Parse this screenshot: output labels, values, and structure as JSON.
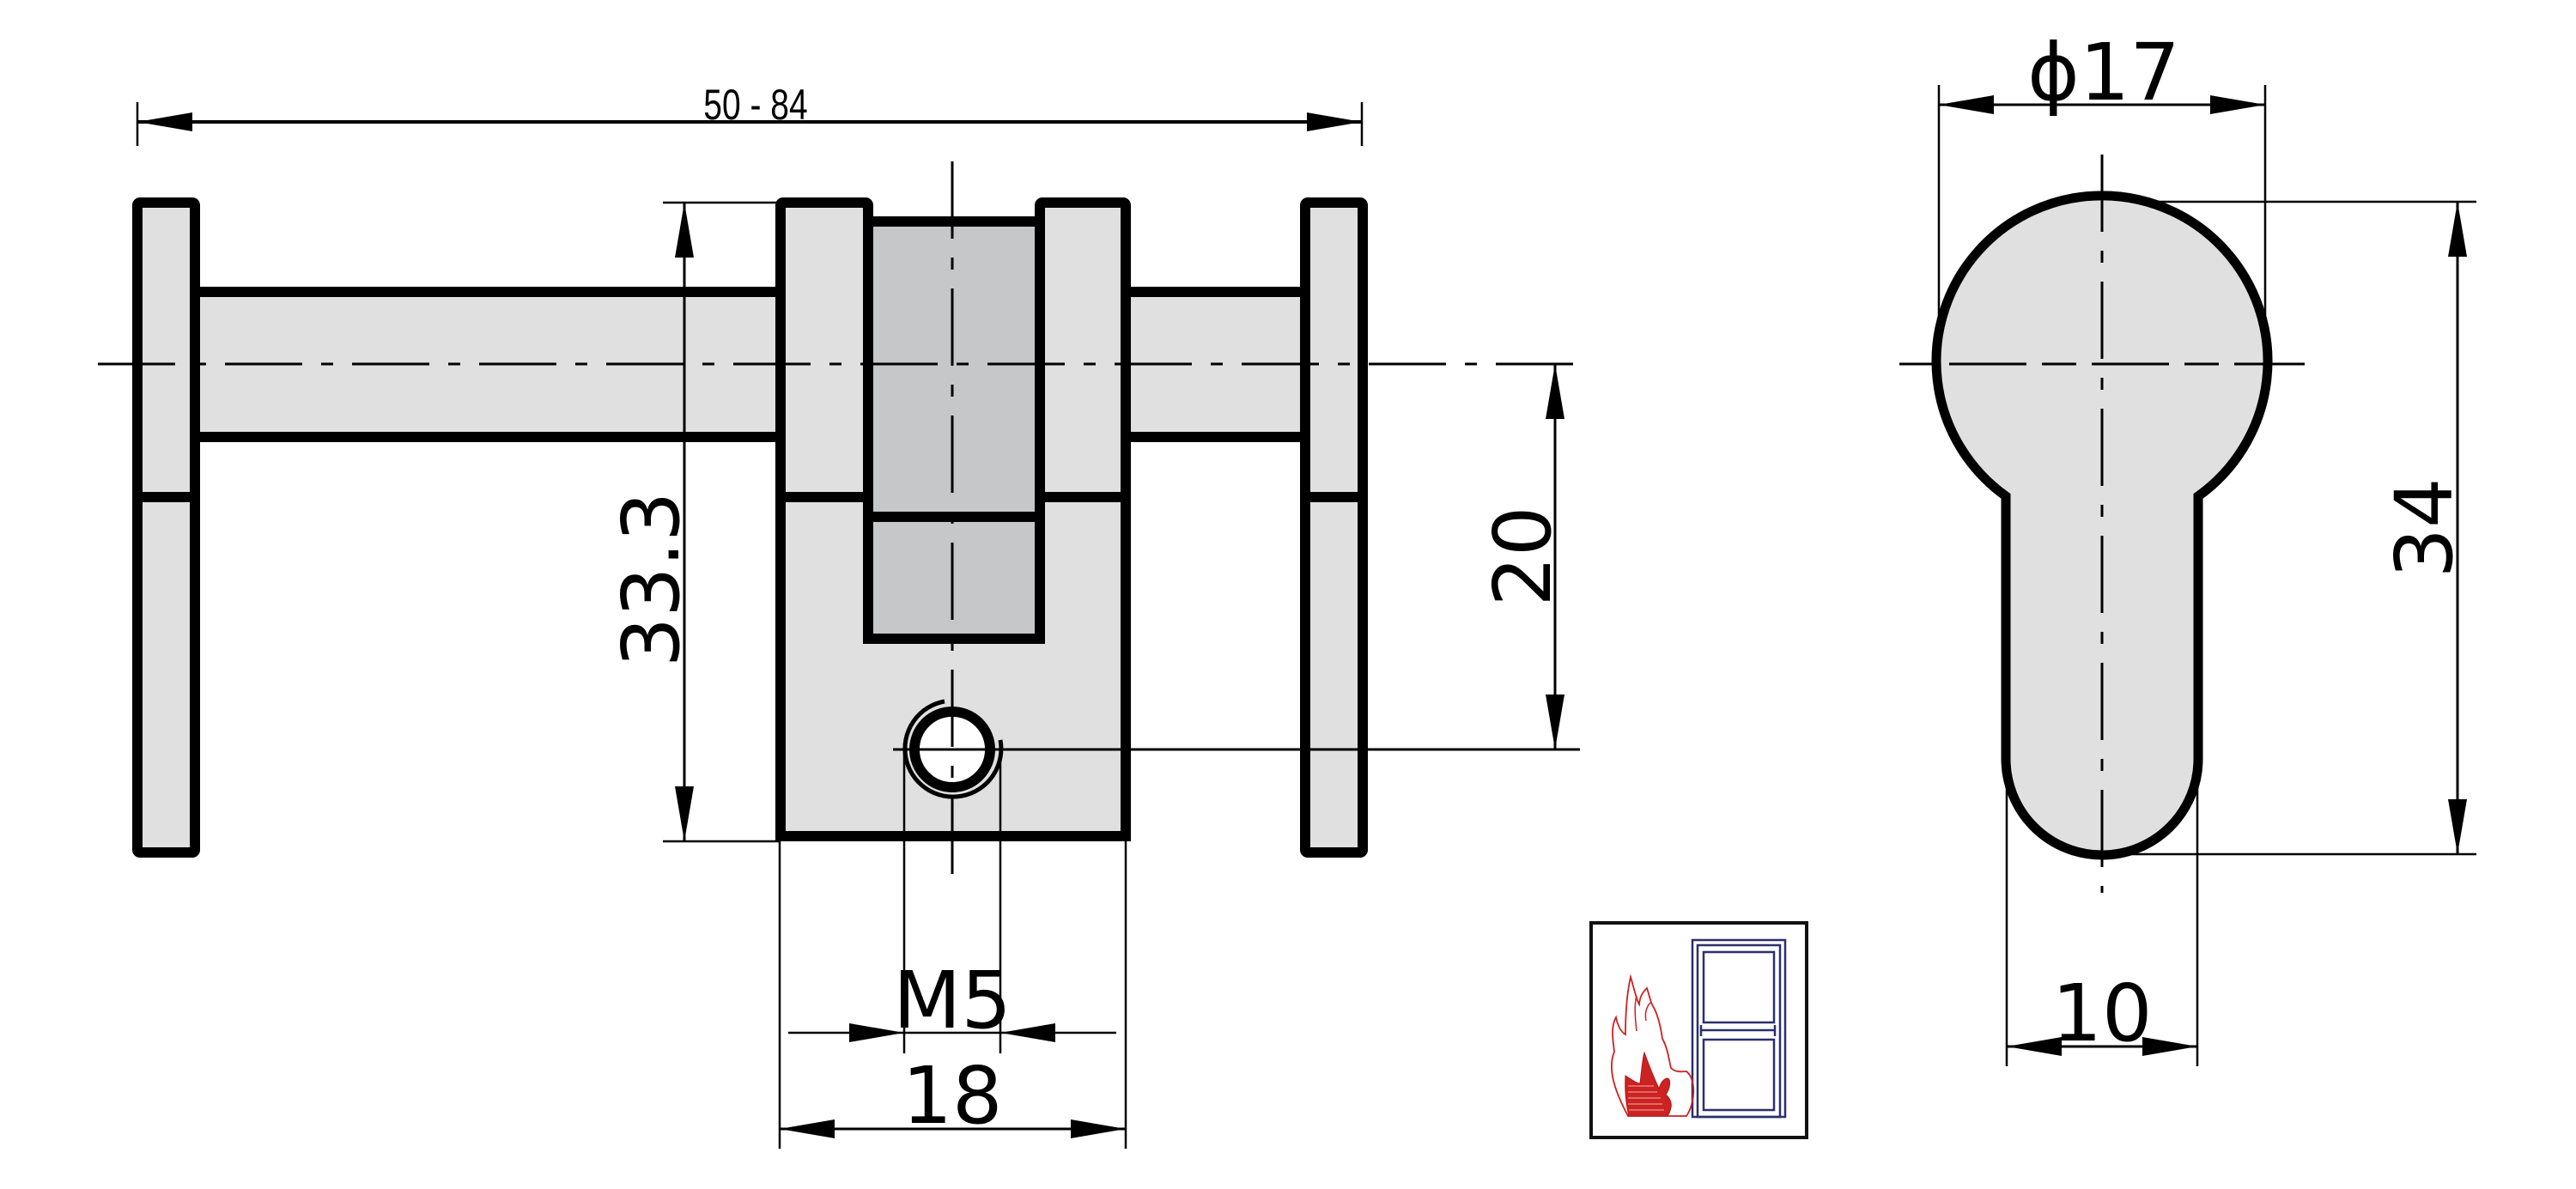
{
  "drawing": {
    "title": "Euro profile cylinder with thumbturn – technical drawing",
    "colors": {
      "outline": "#000000",
      "fill_light": "#e0e0e0",
      "fill_dark": "#c6c7c8",
      "background": "#ffffff",
      "flame": "#cc2222",
      "door": "#2b2f6e"
    },
    "front_view": {
      "dimensions": {
        "overall_length": "50 - 84",
        "height": "33.3",
        "axis_to_hole": "20",
        "thread": "M5",
        "body_width": "18"
      }
    },
    "side_view": {
      "dimensions": {
        "diameter": "ϕ17",
        "total_height": "34",
        "bottom_width": "10"
      }
    },
    "badge": {
      "icon": "fire-door-icon",
      "meaning": "fire protection door suitable"
    }
  }
}
